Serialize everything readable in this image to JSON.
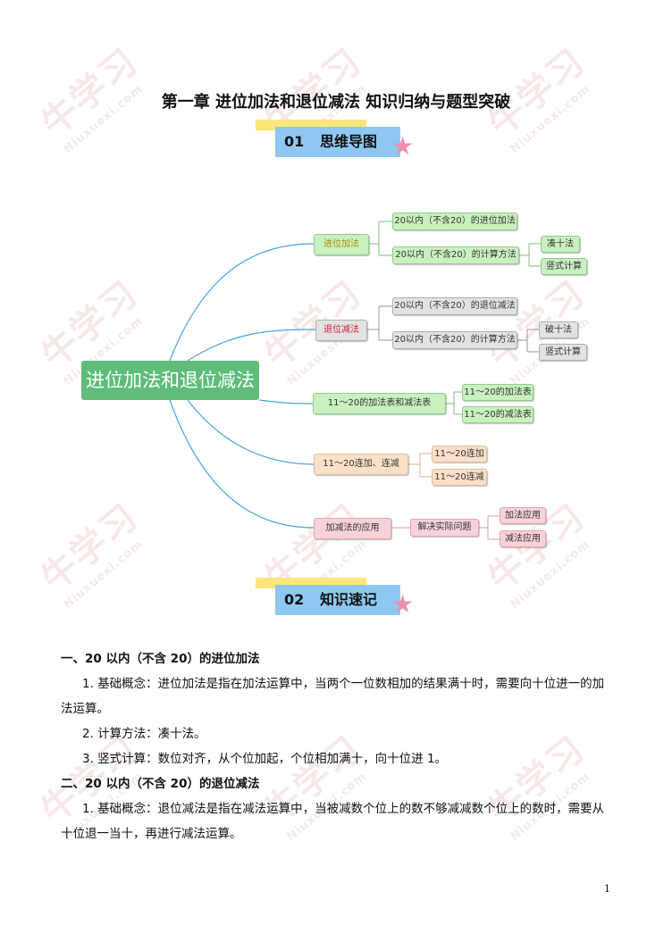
{
  "title": "第一章  进位加法和退位减法  知识归纳与题型突破",
  "watermark": {
    "main": "牛学习",
    "sub": "Niuxuexi.com"
  },
  "sections": [
    {
      "num": "01",
      "label": "思维导图"
    },
    {
      "num": "02",
      "label": "知识速记"
    }
  ],
  "mindmap": {
    "root": "进位加法和退位减法",
    "b1": {
      "label": "进位加法",
      "c1": "20以内（不含20）的进位加法",
      "c2": "20以内（不含20）的计算方法",
      "d1": "凑十法",
      "d2": "竖式计算"
    },
    "b2": {
      "label": "退位减法",
      "c1": "20以内（不含20）的退位减法",
      "c2": "20以内（不含20）的计算方法",
      "d1": "破十法",
      "d2": "竖式计算"
    },
    "b3": {
      "label": "11～20的加法表和减法表",
      "c1": "11～20的加法表",
      "c2": "11～20的减法表"
    },
    "b4": {
      "label": "11～20连加、连减",
      "c1": "11～20连加",
      "c2": "11～20连减"
    },
    "b5": {
      "label": "加减法的应用",
      "c1": "解决实际问题",
      "d1": "加法应用",
      "d2": "减法应用"
    }
  },
  "content": {
    "h1": "一、20 以内（不含 20）的进位加法",
    "p1": "1. 基础概念：进位加法是指在加法运算中，当两个一位数相加的结果满十时，需要向十位进一的加法运算。",
    "p2": "2. 计算方法：凑十法。",
    "p3": "3. 竖式计算：数位对齐，从个位加起，个位相加满十，向十位进 1。",
    "h2": "二、20 以内（不含 20）的退位减法",
    "p4": "1. 基础概念：退位减法是指在减法运算中，当被减数个位上的数不够减减数个位上的数时，需要从十位退一当十，再进行减法运算。"
  },
  "page_number": "1"
}
